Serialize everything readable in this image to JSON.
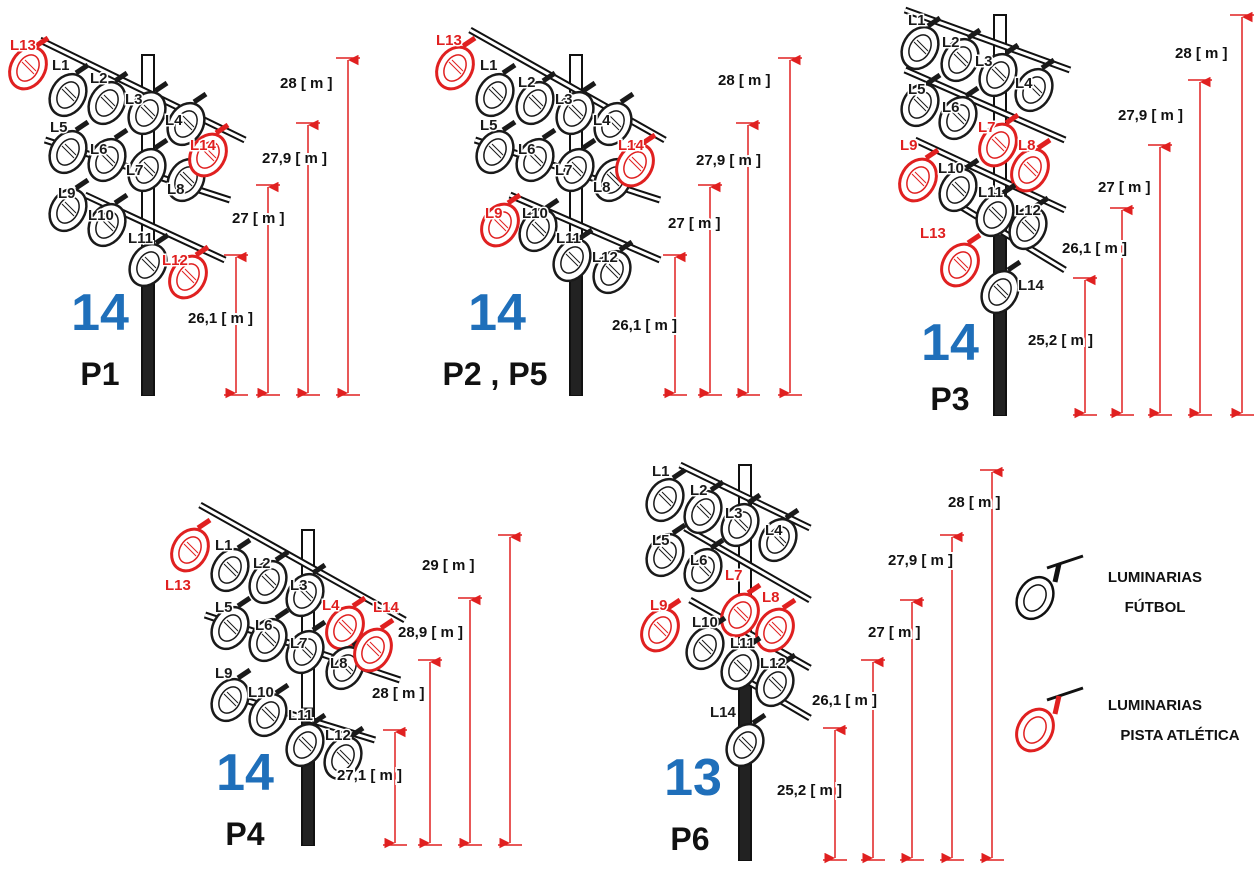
{
  "colors": {
    "football": "#1a1a1a",
    "athletic": "#e02020",
    "count": "#1f6fba",
    "dimension": "#e02020"
  },
  "legend": {
    "football": {
      "line1": "LUMINARIAS",
      "line2": "FÚTBOL",
      "icon": "football-luminaire-icon"
    },
    "athletic": {
      "line1": "LUMINARIAS",
      "line2": "PISTA ATLÉTICA",
      "icon": "athletic-luminaire-icon"
    }
  },
  "poles": [
    {
      "id": "p1",
      "name": "P1",
      "count": "14",
      "dimensions": [
        "26,1 [ m ]",
        "27 [ m ]",
        "27,9 [ m ]",
        "28 [ m ]"
      ],
      "labels": [
        "L1",
        "L2",
        "L3",
        "L4",
        "L5",
        "L6",
        "L7",
        "L8",
        "L9",
        "L10",
        "L11",
        "L12",
        "L13",
        "L14"
      ],
      "athletic": [
        "L12",
        "L13",
        "L14"
      ]
    },
    {
      "id": "p2p5",
      "name": "P2 , P5",
      "count": "14",
      "dimensions": [
        "26,1 [ m ]",
        "27 [ m ]",
        "27,9 [ m ]",
        "28 [ m ]"
      ],
      "labels": [
        "L1",
        "L2",
        "L3",
        "L4",
        "L5",
        "L6",
        "L7",
        "L8",
        "L9",
        "L10",
        "L11",
        "L12",
        "L13",
        "L14"
      ],
      "athletic": [
        "L9",
        "L13",
        "L14"
      ]
    },
    {
      "id": "p3",
      "name": "P3",
      "count": "14",
      "dimensions": [
        "25,2 [ m ]",
        "26,1 [ m ]",
        "27 [ m ]",
        "27,9 [ m ]",
        "28 [ m ]"
      ],
      "labels": [
        "L1",
        "L2",
        "L3",
        "L4",
        "L5",
        "L6",
        "L7",
        "L8",
        "L9",
        "L10",
        "L11",
        "L12",
        "L13",
        "L14"
      ],
      "athletic": [
        "L7",
        "L8",
        "L9",
        "L13"
      ]
    },
    {
      "id": "p4",
      "name": "P4",
      "count": "14",
      "dimensions": [
        "27,1 [ m ]",
        "28 [ m ]",
        "28,9 [ m ]",
        "29 [ m ]"
      ],
      "labels": [
        "L1",
        "L2",
        "L3",
        "L4",
        "L5",
        "L6",
        "L7",
        "L8",
        "L9",
        "L10",
        "L11",
        "L12",
        "L13",
        "L14"
      ],
      "athletic": [
        "L4",
        "L13",
        "L14"
      ]
    },
    {
      "id": "p6",
      "name": "P6",
      "count": "13",
      "dimensions": [
        "25,2 [ m ]",
        "26,1 [ m ]",
        "27 [ m ]",
        "27,9 [ m ]",
        "28 [ m ]"
      ],
      "labels": [
        "L1",
        "L2",
        "L3",
        "L4",
        "L5",
        "L6",
        "L7",
        "L8",
        "L9",
        "L10",
        "L11",
        "L12",
        "L14"
      ],
      "athletic": [
        "L7",
        "L8",
        "L9"
      ]
    }
  ]
}
